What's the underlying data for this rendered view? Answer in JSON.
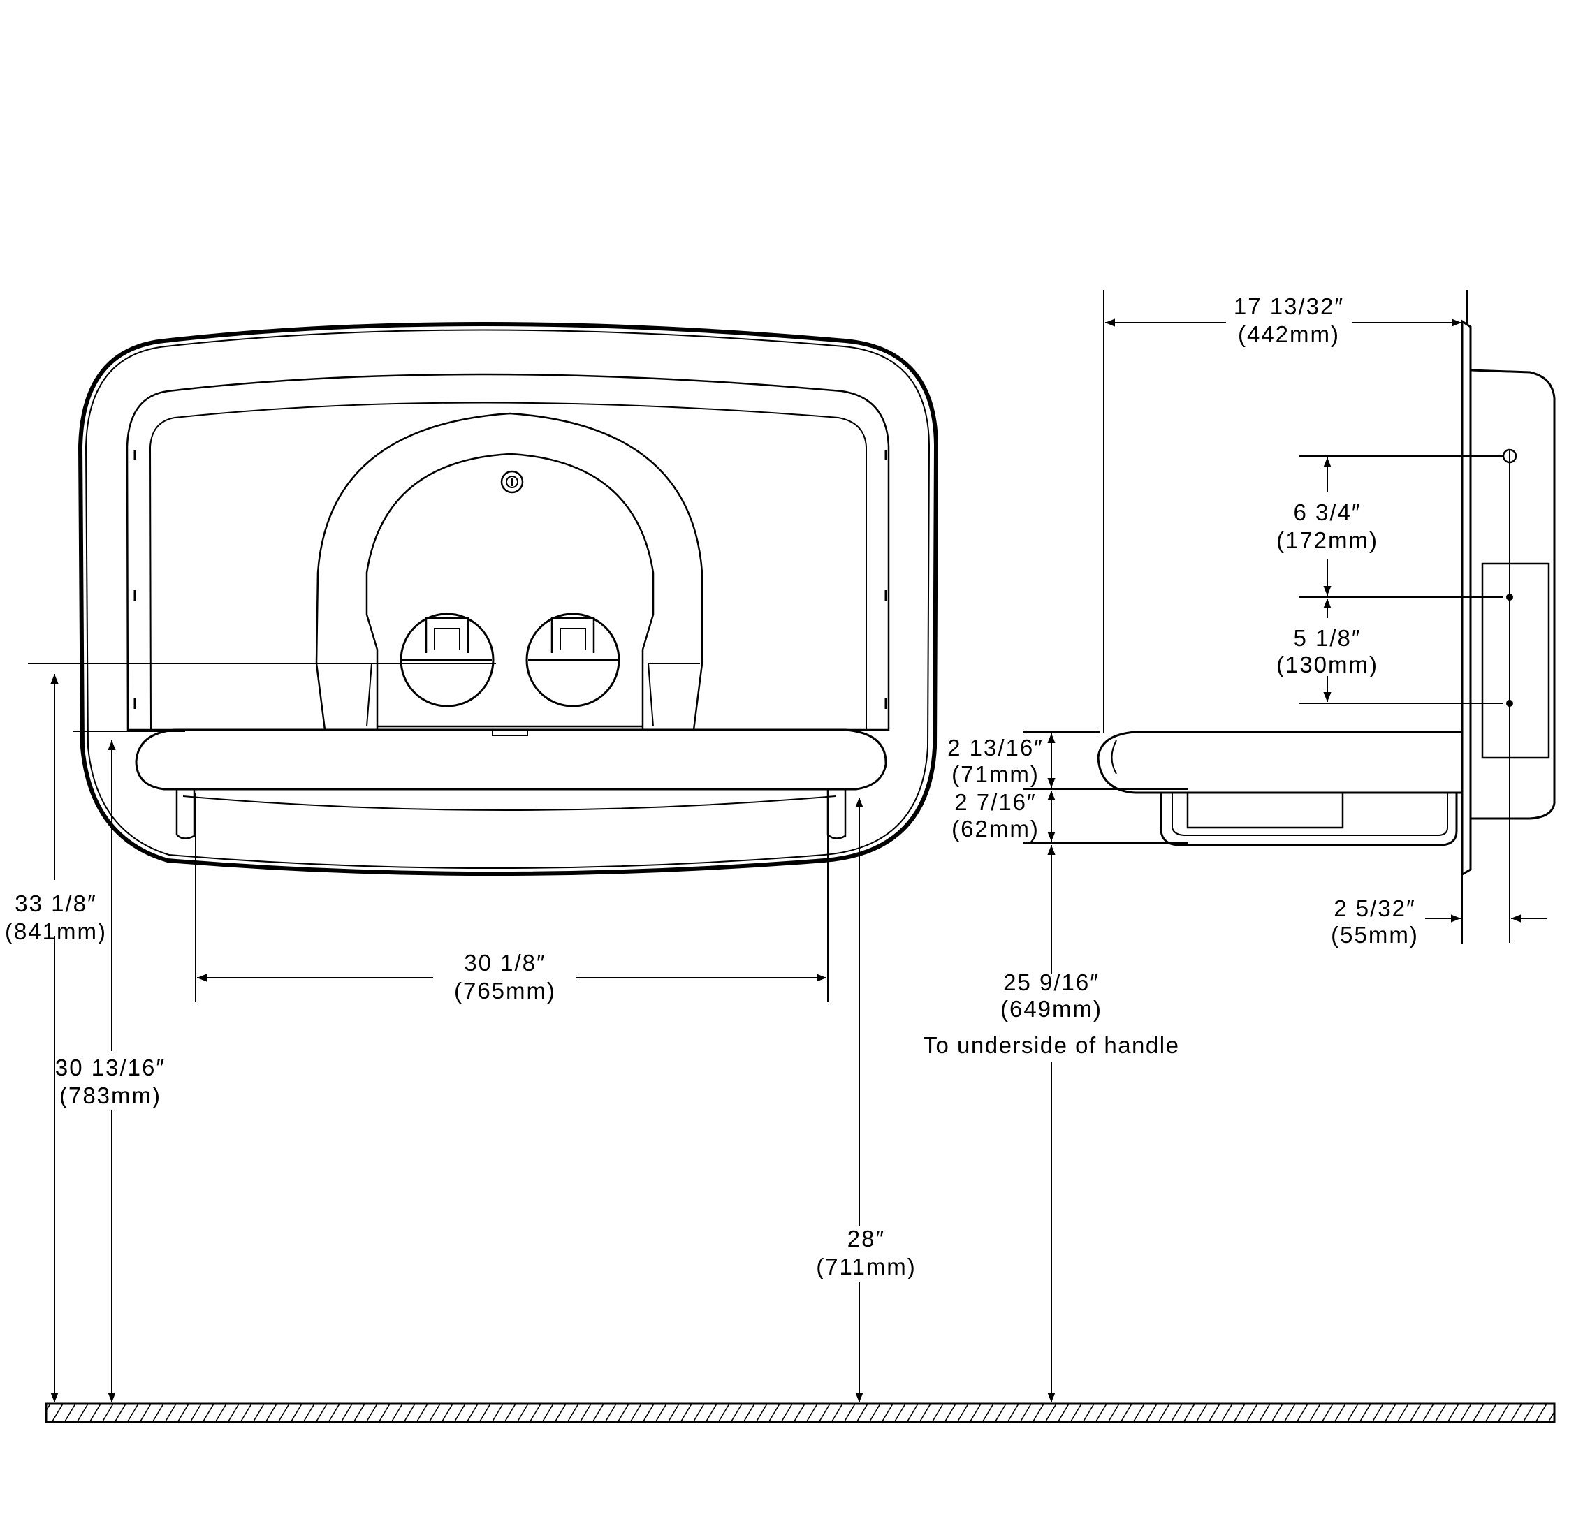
{
  "colors": {
    "line": "#000000",
    "background": "#ffffff"
  },
  "front_view": {
    "total_height": {
      "imperial": "33 1/8″",
      "metric": "(841mm)"
    },
    "bed_height": {
      "imperial": "30 13/16″",
      "metric": "(783mm)"
    },
    "bed_width": {
      "imperial": "30 1/8″",
      "metric": "(765mm)"
    },
    "handle_height": {
      "imperial": "28″",
      "metric": "(711mm)"
    }
  },
  "side_view": {
    "depth": {
      "imperial": "17 13/32″",
      "metric": "(442mm)"
    },
    "mount_spacing_upper": {
      "imperial": "6 3/4″",
      "metric": "(172mm)"
    },
    "mount_spacing_lower": {
      "imperial": "5 1/8″",
      "metric": "(130mm)"
    },
    "bed_thickness": {
      "imperial": "2 13/16″",
      "metric": "(71mm)"
    },
    "handle_depth": {
      "imperial": "2 7/16″",
      "metric": "(62mm)"
    },
    "wall_offset": {
      "imperial": "2 5/32″",
      "metric": "(55mm)"
    },
    "floor_to_handle": {
      "imperial": "25 9/16″",
      "metric": "(649mm)",
      "note": "To underside of handle"
    }
  }
}
